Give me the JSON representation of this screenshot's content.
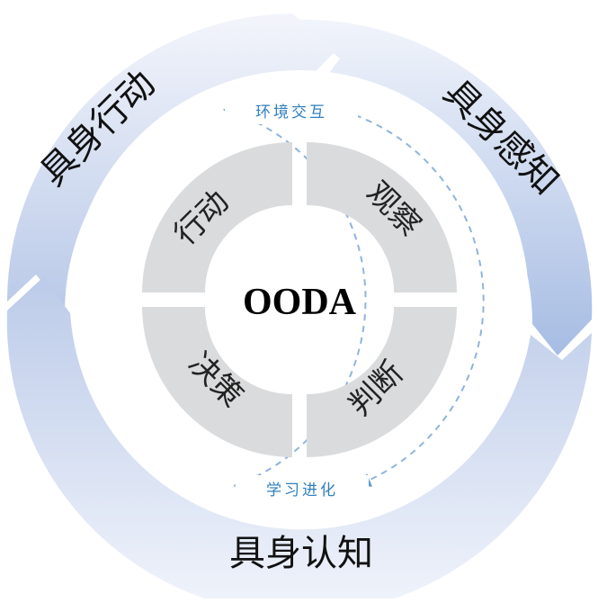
{
  "outer_ring": {
    "top_left": "具身行动",
    "top_right": "具身感知",
    "bottom": "具身认知"
  },
  "middle_ring": {
    "top_label": "环境交互",
    "bottom_label": "学习进化"
  },
  "inner_ring": {
    "q_top_left": "行动",
    "q_top_right": "观察",
    "q_bottom_right": "判断",
    "q_bottom_left": "决策"
  },
  "center": {
    "label": "OODA"
  },
  "colors": {
    "ring_light": "#eef2fa",
    "ring_dark": "#a9bde3",
    "quadrant": "#d9dbdd",
    "accent_blue": "#2f7fbf"
  }
}
